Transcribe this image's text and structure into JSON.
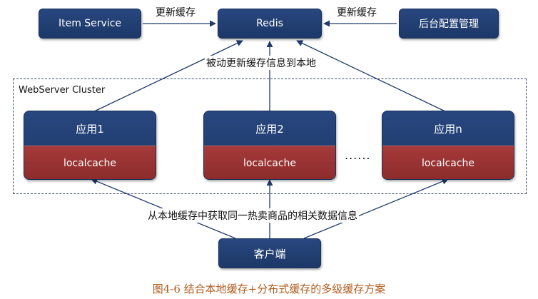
{
  "nodes": {
    "item_service": "Item Service",
    "redis": "Redis",
    "config_admin": "后台配置管理",
    "client": "客户端"
  },
  "cluster": {
    "label": "WebServer Cluster",
    "apps": [
      {
        "name": "应用1",
        "cache": "localcache"
      },
      {
        "name": "应用2",
        "cache": "localcache"
      },
      {
        "name": "应用n",
        "cache": "localcache"
      }
    ],
    "ellipsis": "......"
  },
  "edges": {
    "update_cache_left": "更新缓存",
    "update_cache_right": "更新缓存",
    "passive_update": "被动更新缓存信息到本地",
    "client_fetch": "从本地缓存中获取同一热卖商品的相关数据信息"
  },
  "caption": "图4-6  结合本地缓存+分布式缓存的多级缓存方案"
}
